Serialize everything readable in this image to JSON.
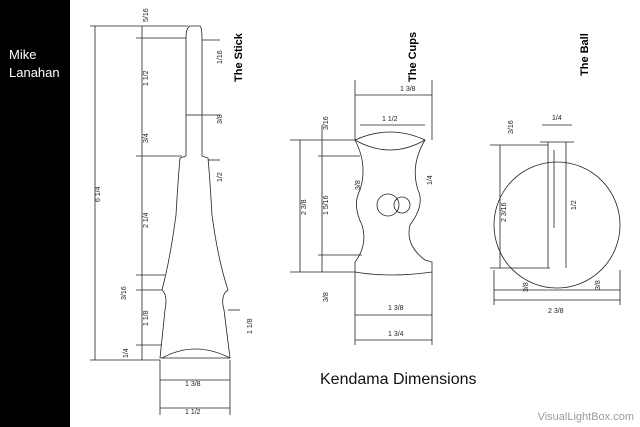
{
  "sidebar": {
    "author": "Mike\nLanahan"
  },
  "caption": "Kendama Dimensions",
  "watermark": "VisualLightBox.com",
  "stick": {
    "title": "The Stick",
    "dims": [
      "5/16",
      "1 1/2",
      "3/4",
      "2 1/4",
      "3/16",
      "1 1/8",
      "1/4",
      "6 1/4",
      "1/16",
      "3/8",
      "1/2",
      "1 1/8",
      "1 3/8",
      "1 1/2"
    ]
  },
  "cups": {
    "title": "The Cups",
    "dims": [
      "1 3/8",
      "1 1/2",
      "3/16",
      "2 3/8",
      "1 5/16",
      "3/8",
      "1/4",
      "3/8",
      "1 3/8",
      "1 3/4"
    ]
  },
  "ball": {
    "title": "The Ball",
    "dims": [
      "3/16",
      "1/4",
      "2 3/16",
      "1/2",
      "3/8",
      "3/8",
      "2 3/8"
    ]
  }
}
